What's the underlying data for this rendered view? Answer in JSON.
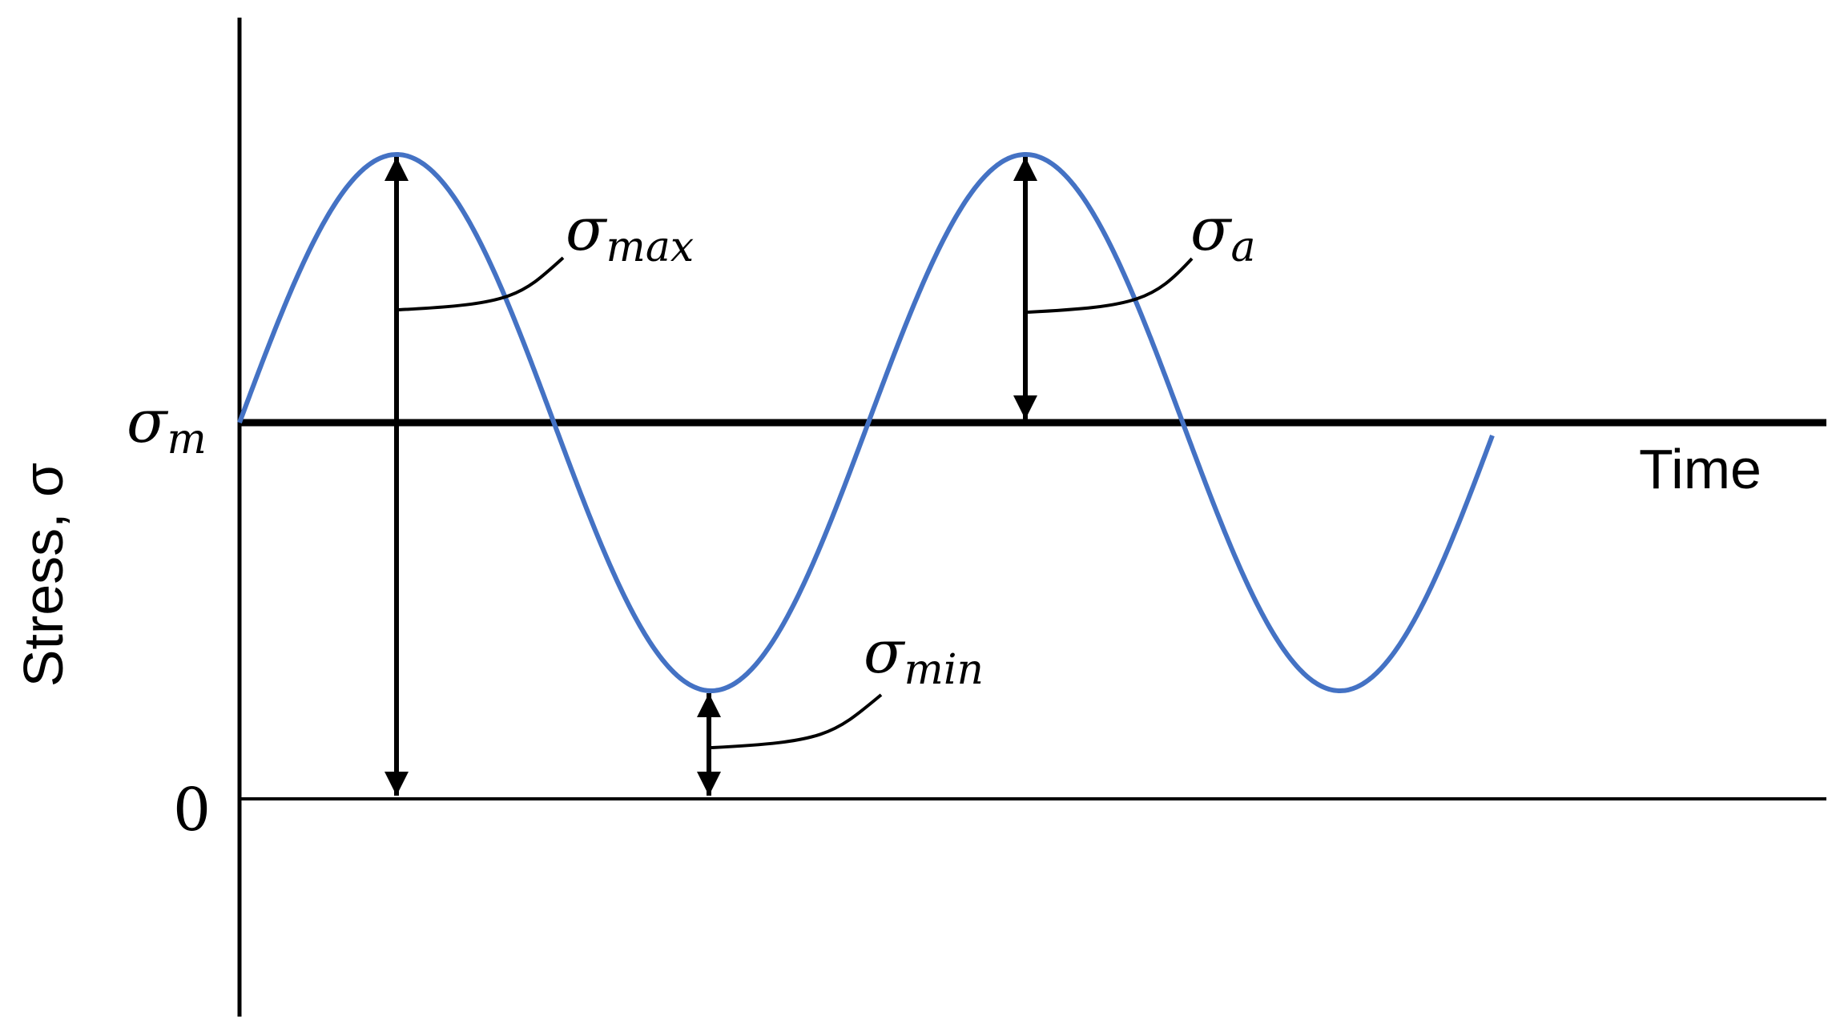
{
  "colors": {
    "curve": "#4472C4",
    "axis": "#000000",
    "background": "#FFFFFF"
  },
  "labels": {
    "y_axis": "Stress, σ",
    "x_axis": "Time",
    "mean_symbol": "σ",
    "mean_subscript": "m",
    "zero": "0",
    "max_symbol": "σ",
    "max_subscript": "max",
    "amp_symbol": "σ",
    "amp_subscript": "a",
    "min_symbol": "σ",
    "min_subscript": "min"
  }
}
